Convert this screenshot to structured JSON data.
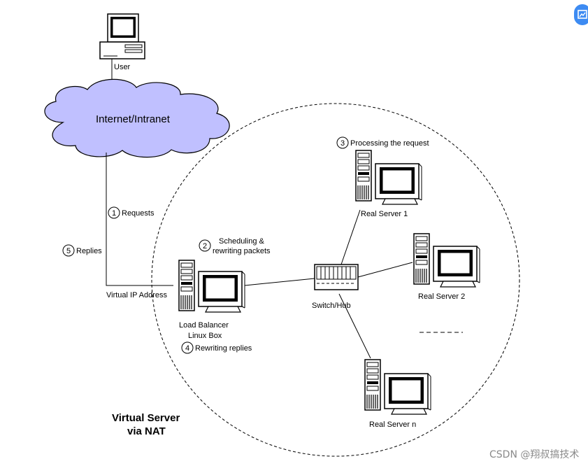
{
  "diagram": {
    "title_line1": "Virtual Server",
    "title_line2": "via NAT",
    "cloud_label": "Internet/Intranet",
    "user_label": "User",
    "vip_label": "Virtual IP Address",
    "lb_label_line1": "Load Balancer",
    "lb_label_line2": "Linux Box",
    "switch_label": "Switch/Hub",
    "servers": [
      "Real Server 1",
      "Real Server 2",
      "Real Server n"
    ],
    "steps": [
      {
        "num": "1",
        "text": "Requests"
      },
      {
        "num": "2",
        "text_line1": "Scheduling &",
        "text_line2": "rewriting packets"
      },
      {
        "num": "3",
        "text": "Processing the request"
      },
      {
        "num": "4",
        "text": "Rewriting replies"
      },
      {
        "num": "5",
        "text": "Replies"
      }
    ]
  },
  "watermark": "CSDN @翔叔搞技术",
  "corner_button_icon": "edit-image-icon",
  "colors": {
    "monitor_screen": "#000000",
    "cloud": "#c0c0ff",
    "button": "#3d8bf2"
  }
}
